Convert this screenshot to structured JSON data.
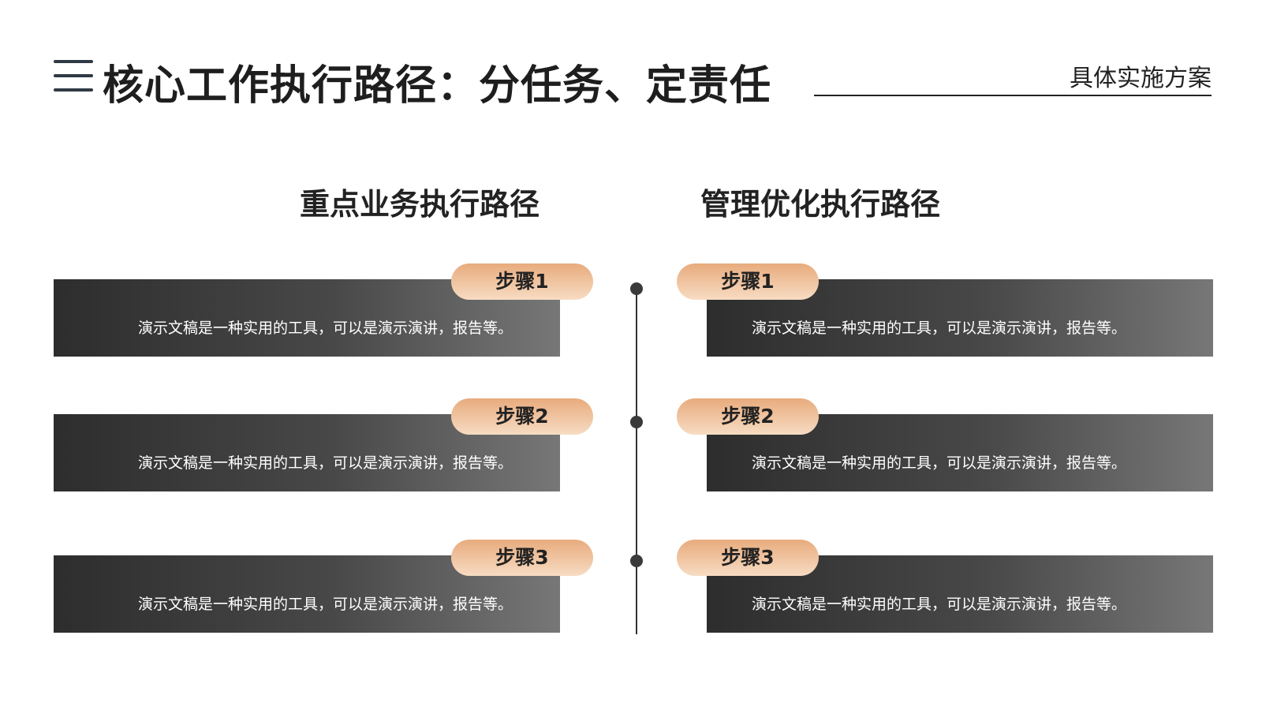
{
  "header": {
    "title": "核心工作执行路径：分任务、定责任",
    "subtitle": "具体实施方案"
  },
  "columns": [
    {
      "heading": "重点业务执行路径",
      "steps": [
        {
          "label": "步骤1",
          "text": "演示文稿是一种实用的工具，可以是演示演讲，报告等。"
        },
        {
          "label": "步骤2",
          "text": "演示文稿是一种实用的工具，可以是演示演讲，报告等。"
        },
        {
          "label": "步骤3",
          "text": "演示文稿是一种实用的工具，可以是演示演讲，报告等。"
        }
      ]
    },
    {
      "heading": "管理优化执行路径",
      "steps": [
        {
          "label": "步骤1",
          "text": "演示文稿是一种实用的工具，可以是演示演讲，报告等。"
        },
        {
          "label": "步骤2",
          "text": "演示文稿是一种实用的工具，可以是演示演讲，报告等。"
        },
        {
          "label": "步骤3",
          "text": "演示文稿是一种实用的工具，可以是演示演讲，报告等。"
        }
      ]
    }
  ],
  "icons": {
    "menu": "menu-icon"
  },
  "colors": {
    "accent": "#e8ab7d",
    "card_dark": "#2d2d2d",
    "card_light": "#777777"
  }
}
